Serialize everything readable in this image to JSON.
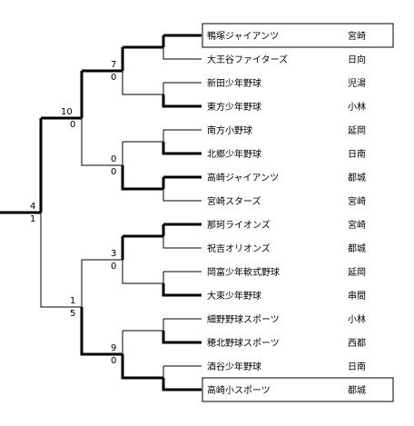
{
  "teams": [
    {
      "name": "鴨塚ジャイアンツ",
      "city": "宮崎",
      "boxed": true
    },
    {
      "name": "大王谷ファイターズ",
      "city": "日向",
      "boxed": false
    },
    {
      "name": "新田少年野球",
      "city": "児湯",
      "boxed": false
    },
    {
      "name": "東方少年野球",
      "city": "小林",
      "boxed": false
    },
    {
      "name": "南方小野球",
      "city": "延岡",
      "boxed": false
    },
    {
      "name": "北郷少年野球",
      "city": "日南",
      "boxed": false
    },
    {
      "name": "高崎ジャイアンツ",
      "city": "都城",
      "boxed": false
    },
    {
      "name": "宮崎スターズ",
      "city": "宮崎",
      "boxed": false
    },
    {
      "name": "那珂ライオンズ",
      "city": "宮崎",
      "boxed": false
    },
    {
      "name": "祝吉オリオンズ",
      "city": "都城",
      "boxed": false
    },
    {
      "name": "岡富少年軟式野球",
      "city": "延岡",
      "boxed": false
    },
    {
      "name": "大束少年野球",
      "city": "串間",
      "boxed": false
    },
    {
      "name": "細野野球スポーツ",
      "city": "小林",
      "boxed": false
    },
    {
      "name": "穂北野球スポーツ",
      "city": "西都",
      "boxed": false
    },
    {
      "name": "酒谷少年野球",
      "city": "日南",
      "boxed": false
    },
    {
      "name": "高崎小スポーツ",
      "city": "都城",
      "boxed": true
    }
  ],
  "round2_scores": [
    {
      "top": "7",
      "bottom": "0"
    },
    {
      "top": "0",
      "bottom": "0"
    },
    {
      "top": "3",
      "bottom": "0"
    },
    {
      "top": "9",
      "bottom": "0"
    }
  ],
  "semifinal_scores": [
    {
      "top": "10",
      "bottom": "0"
    },
    {
      "top": "1",
      "bottom": "5"
    }
  ],
  "final_score": {
    "top": "4",
    "bottom": "1"
  }
}
